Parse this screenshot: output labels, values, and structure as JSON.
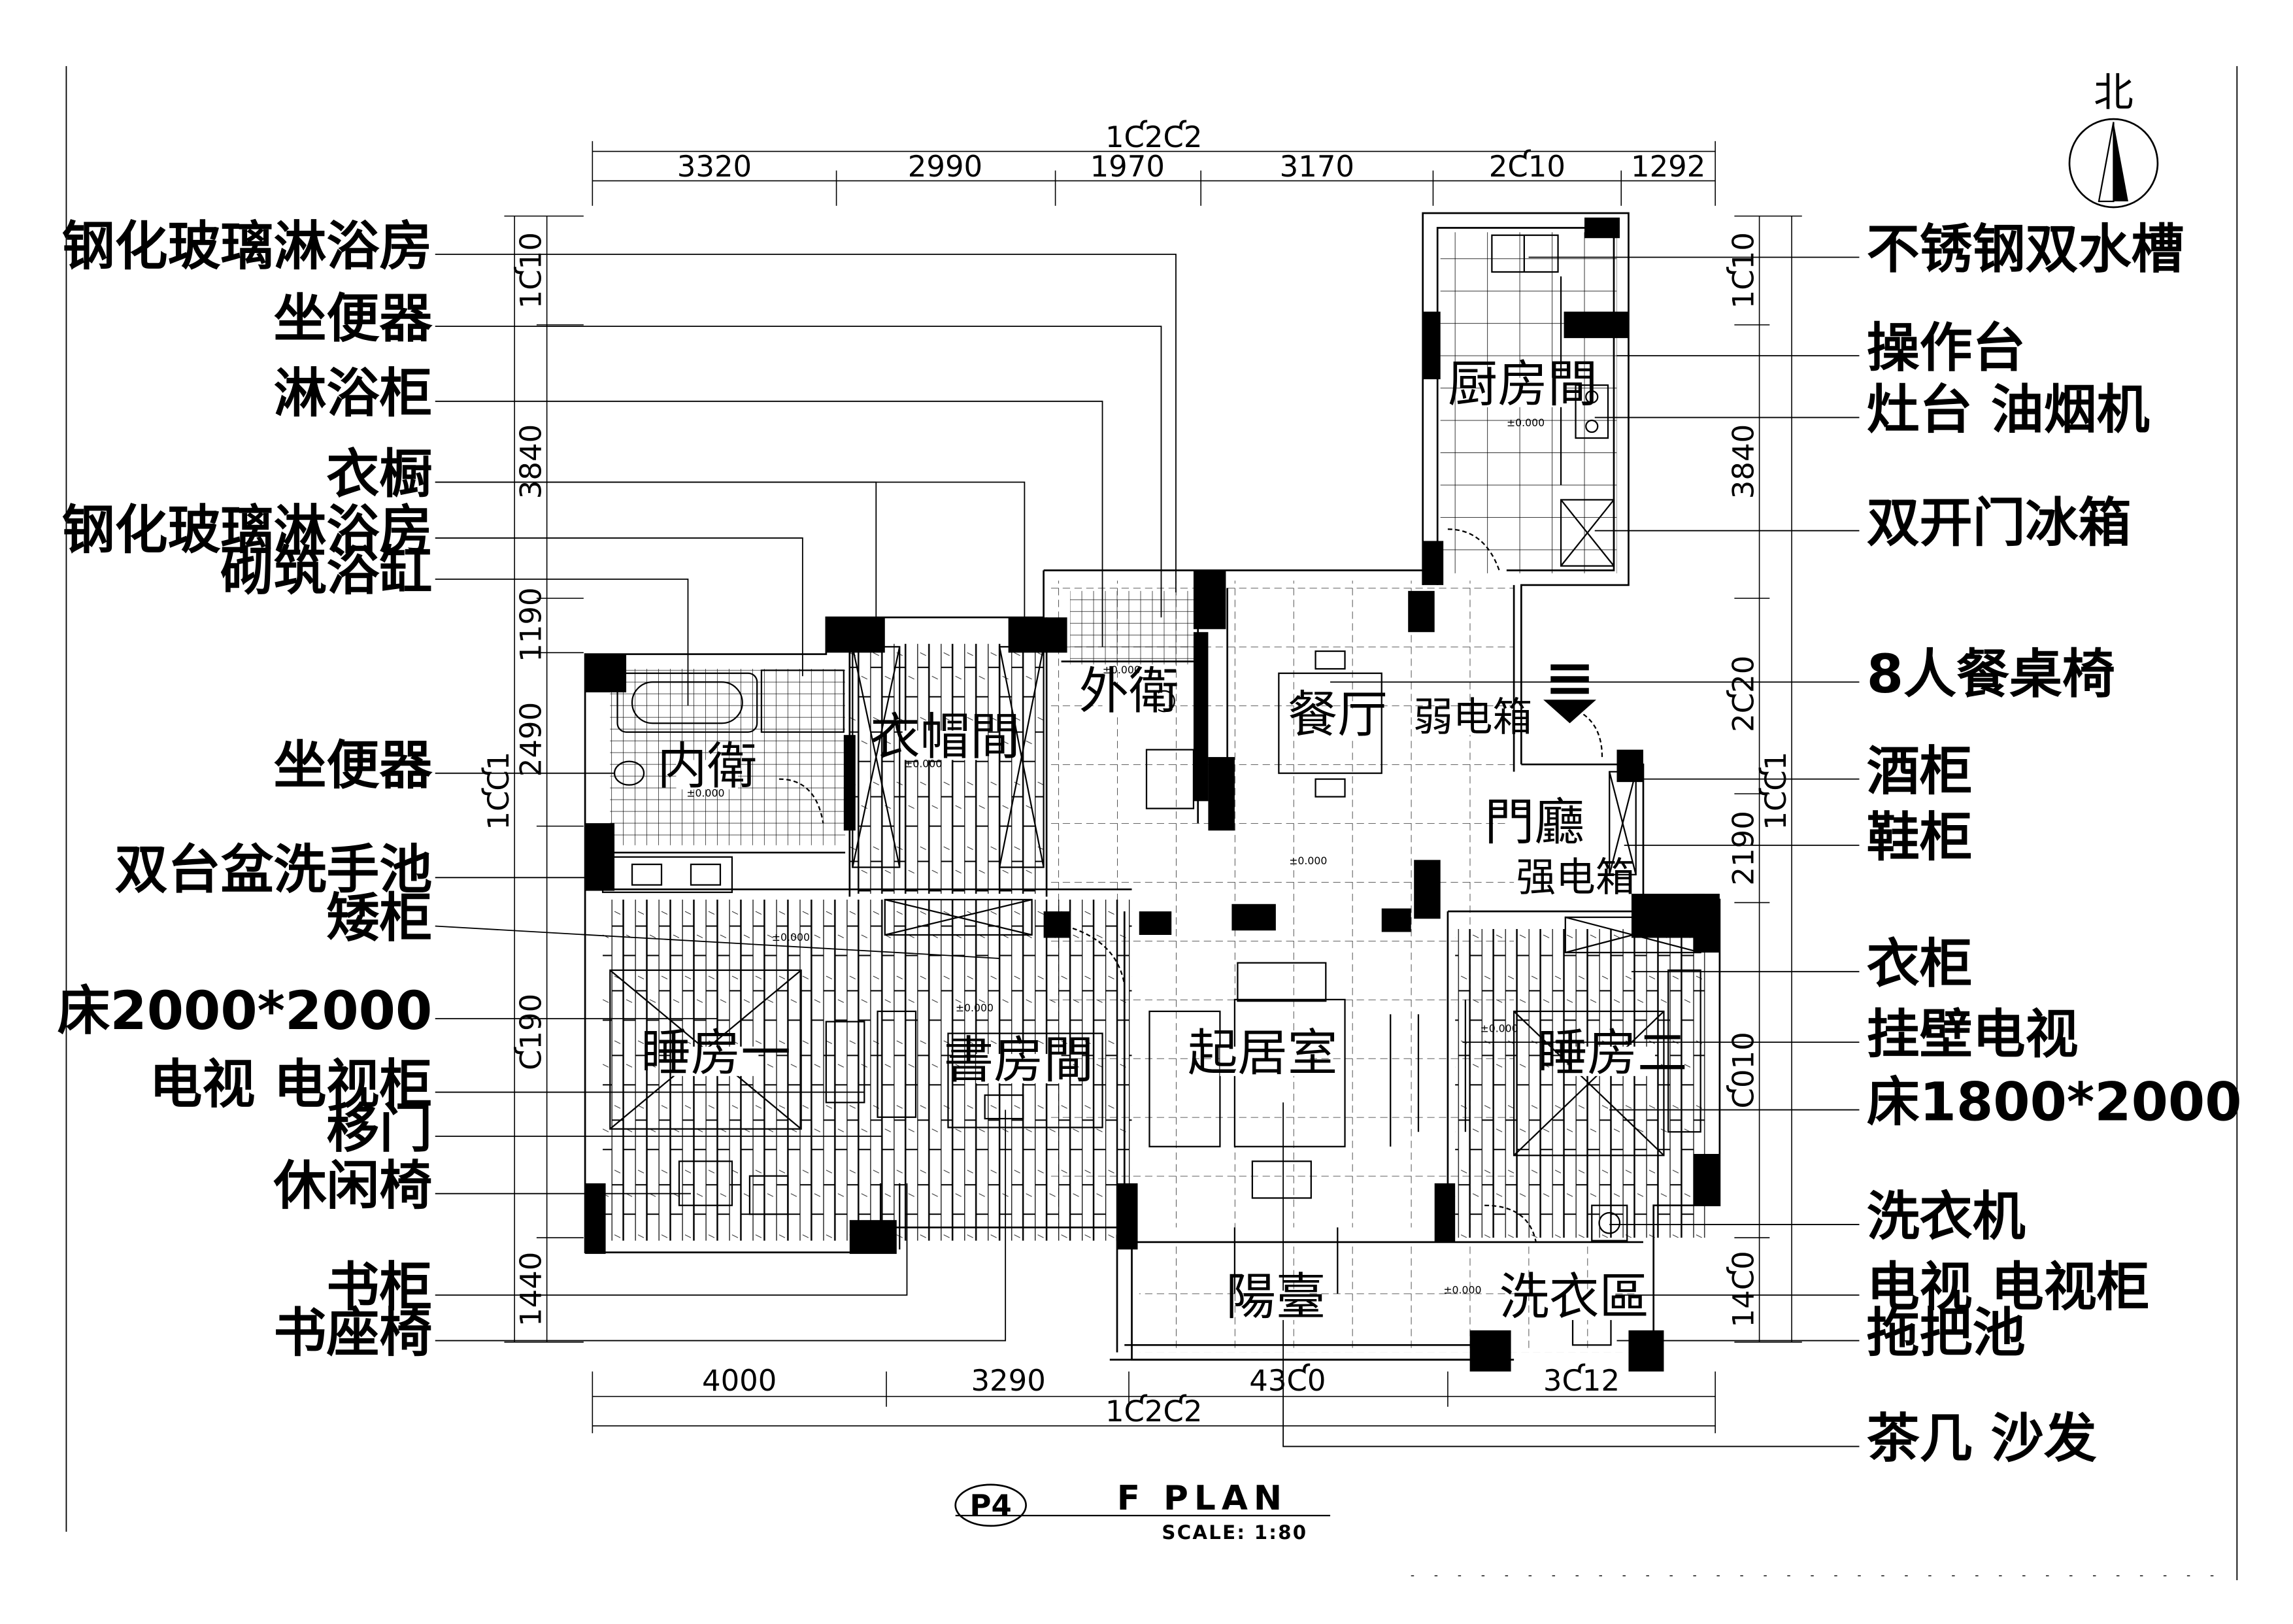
{
  "north": {
    "label": "北"
  },
  "callouts_left": [
    "钢化玻璃淋浴房",
    "坐便器",
    "淋浴柜",
    "衣橱",
    "钢化玻璃淋浴房",
    "砌筑浴缸",
    "坐便器",
    "双台盆洗手池",
    "矮柜",
    "床2000*2000",
    "电视  电视柜",
    "移门",
    "休闲椅",
    "书柜",
    "书座椅"
  ],
  "callouts_right": [
    "不锈钢双水槽",
    "操作台",
    "灶台  油烟机",
    "双开门冰箱",
    "8人餐桌椅",
    "酒柜",
    "鞋柜",
    "衣柜",
    "挂壁电视",
    "床1800*2000",
    "洗衣机",
    "电视  电视柜",
    "拖把池",
    "茶几  沙发"
  ],
  "rooms": {
    "kitchen": "厨房間",
    "dining": "餐厅",
    "guest_bath": "外衛",
    "master_bath": "内衛",
    "closet": "衣帽間",
    "bedroom1": "睡房一",
    "study": "書房間",
    "living": "起居室",
    "bedroom2": "睡房二",
    "foyer": "門廳",
    "balcony": "陽臺",
    "laundry": "洗衣區",
    "weak_box": "弱电箱",
    "strong_box": "强电箱"
  },
  "level_mark": "±0.000",
  "dimensions": {
    "top_total": "1Ƈ2Ƈ2",
    "top": [
      "3320",
      "2990",
      "1970",
      "3170",
      "2Ƈ10",
      "1292"
    ],
    "bottom": [
      "4000",
      "3290",
      "43Ƈ0",
      "3Ƈ12"
    ],
    "bottom_total": "1Ƈ2Ƈ2",
    "left": [
      "1Ƈ10",
      "3840",
      "1190",
      "2490",
      "Ƈ190",
      "1440"
    ],
    "left_total": "1ƇƇ1",
    "right": [
      "1Ƈ10",
      "3840",
      "2Ƈ20",
      "2190",
      "Ƈ010",
      "14Ƈ0"
    ],
    "right_total": "1ƇƇ1"
  },
  "title": {
    "plate": "P4",
    "name": "F    PLAN",
    "scale": "SCALE:    1:80"
  },
  "colors": {
    "ink": "#000000",
    "paper": "#ffffff"
  }
}
